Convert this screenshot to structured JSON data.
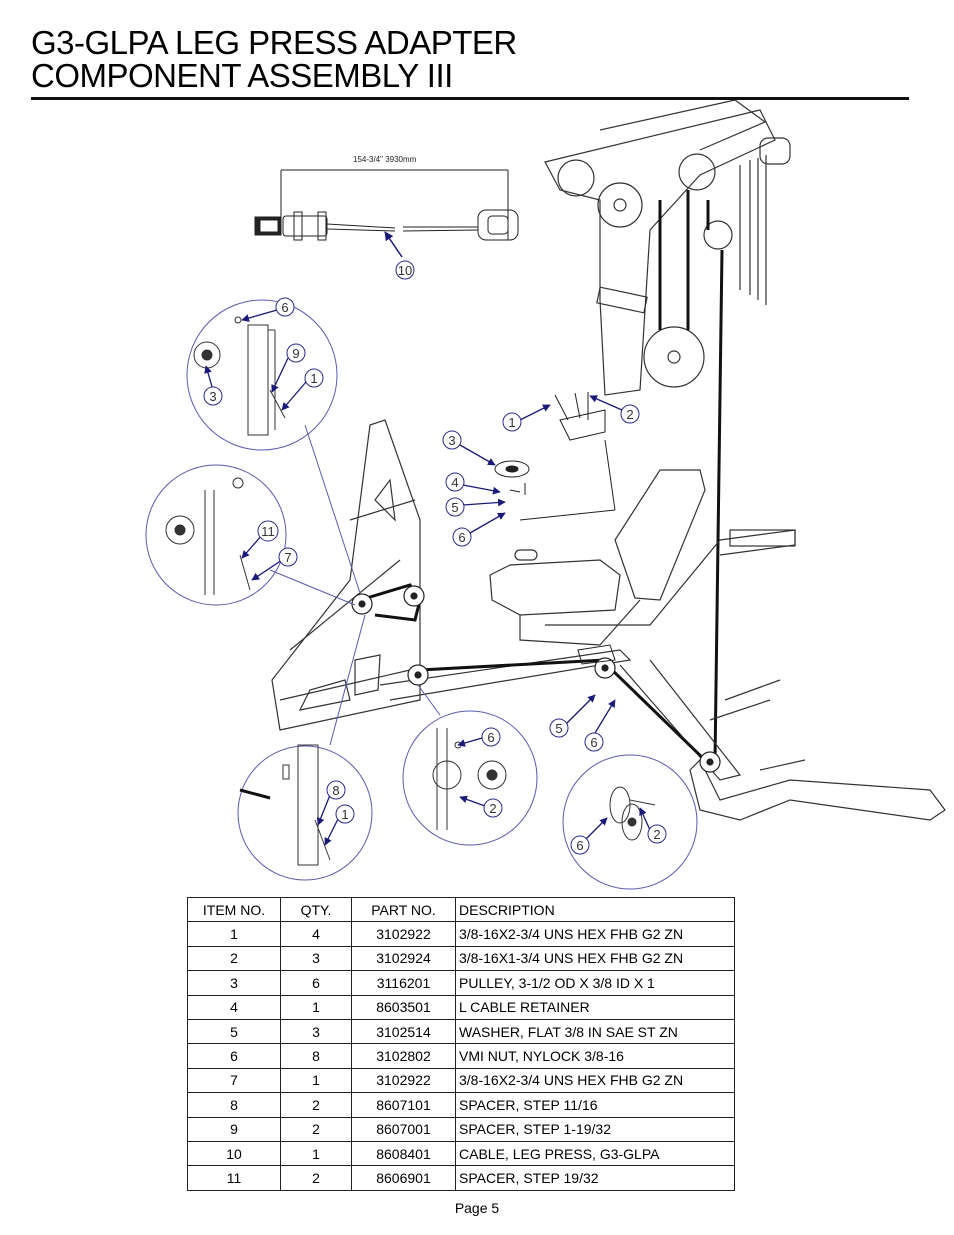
{
  "header": {
    "title_line1": "G3-GLPA LEG PRESS ADAPTER",
    "title_line2": "COMPONENT ASSEMBLY III"
  },
  "diagram": {
    "cable_dimension": "154-3/4\"  3930mm",
    "callouts": {
      "cable": "10",
      "d1_a": "6",
      "d1_b": "9",
      "d1_c": "1",
      "d1_d": "3",
      "d2_a": "11",
      "d2_b": "7",
      "center_a": "1",
      "center_b": "2",
      "center_c": "3",
      "center_d": "4",
      "center_e": "5",
      "center_f": "6",
      "rear_a": "5",
      "rear_b": "6",
      "d3_a": "6",
      "d3_b": "2",
      "d4_a": "8",
      "d4_b": "1",
      "d5_a": "6",
      "d5_b": "2"
    },
    "colors": {
      "line": "#222222",
      "callout": "#2a2a8a",
      "detail_circle": "#5a5ab0",
      "frame": "#333333"
    }
  },
  "parts_table": {
    "headers": [
      "ITEM NO.",
      "QTY.",
      "PART NO.",
      "DESCRIPTION"
    ],
    "rows": [
      [
        "1",
        "4",
        "3102922",
        "3/8-16X2-3/4 UNS HEX FHB G2 ZN"
      ],
      [
        "2",
        "3",
        "3102924",
        "3/8-16X1-3/4 UNS HEX FHB G2 ZN"
      ],
      [
        "3",
        "6",
        "3116201",
        "PULLEY, 3-1/2 OD X 3/8 ID X 1"
      ],
      [
        "4",
        "1",
        "8603501",
        "L CABLE RETAINER"
      ],
      [
        "5",
        "3",
        "3102514",
        "WASHER, FLAT 3/8 IN SAE ST ZN"
      ],
      [
        "6",
        "8",
        "3102802",
        "VMI   NUT, NYLOCK 3/8-16"
      ],
      [
        "7",
        "1",
        "3102922",
        "3/8-16X2-3/4 UNS HEX FHB G2 ZN"
      ],
      [
        "8",
        "2",
        "8607101",
        "SPACER, STEP 11/16"
      ],
      [
        "9",
        "2",
        "8607001",
        "SPACER, STEP 1-19/32"
      ],
      [
        "10",
        "1",
        "8608401",
        "CABLE, LEG PRESS, G3-GLPA"
      ],
      [
        "11",
        "2",
        "8606901",
        "SPACER, STEP 19/32"
      ]
    ]
  },
  "footer": {
    "page_label": "Page 5"
  }
}
